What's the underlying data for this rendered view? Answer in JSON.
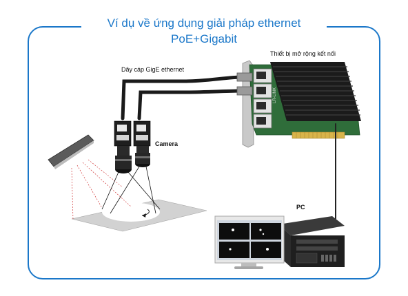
{
  "title": {
    "line1": "Ví dụ về ứng dụng giải pháp ethernet",
    "line2": "PoE+Gigabit"
  },
  "labels": {
    "expansion_card": "Thiết bị mở rộng kết nối",
    "cable": "Dây cáp GigE ethernet",
    "camera": "Camera",
    "pc": "PC",
    "brand": "LR-LINK"
  },
  "colors": {
    "accent": "#1a77c9",
    "pcb_green": "#2f6d3a",
    "heatsink": "#1b1b1b",
    "cable": "#1a1a1a"
  }
}
